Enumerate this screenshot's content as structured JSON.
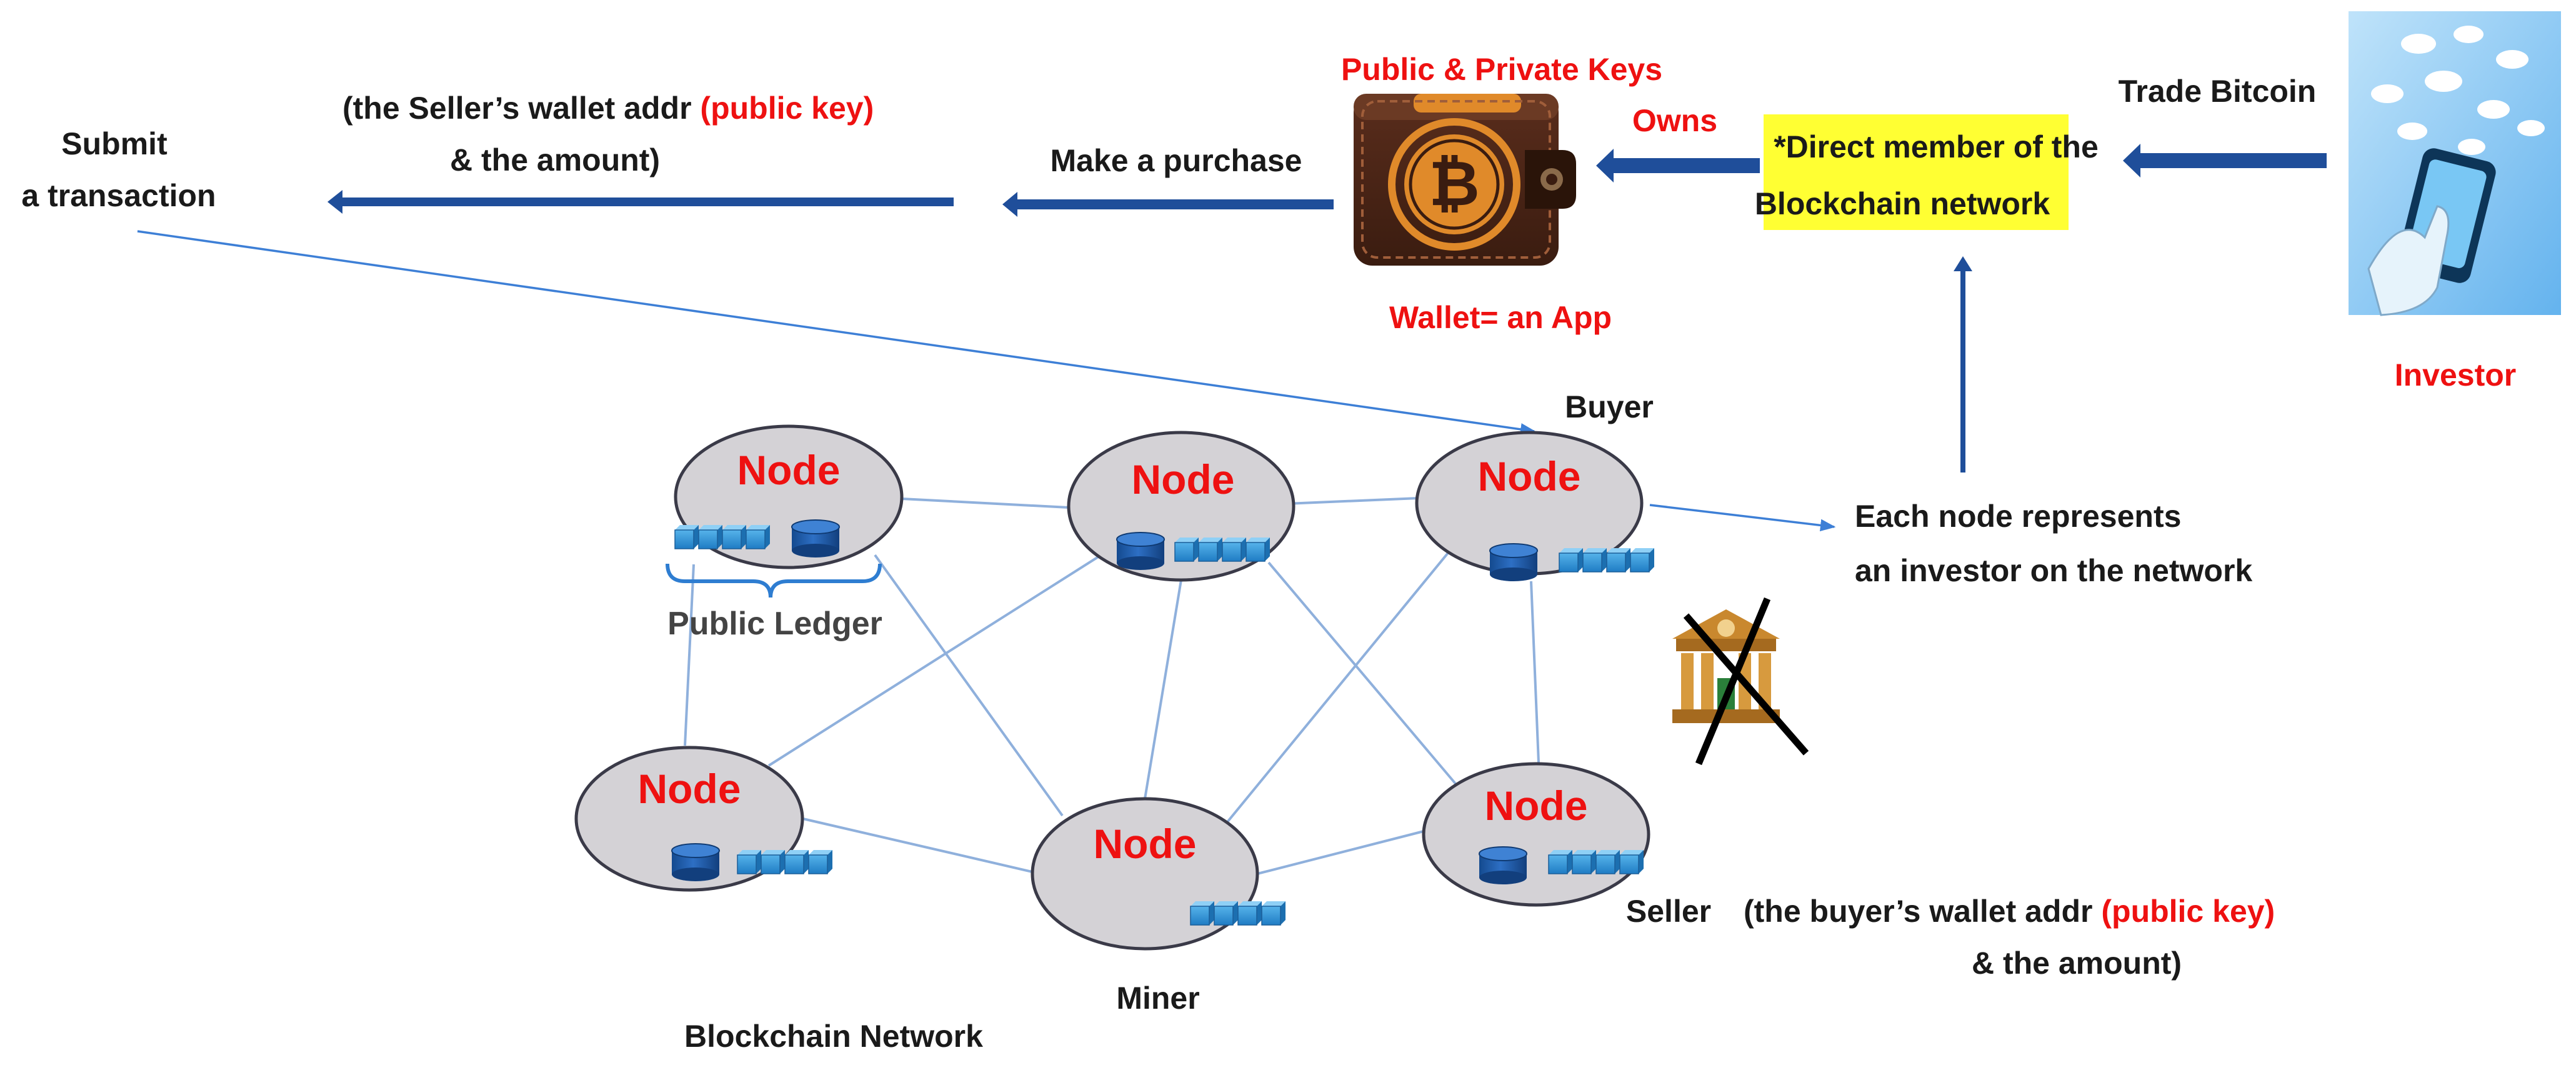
{
  "labels": {
    "submit_line1": "Submit",
    "submit_line2": "a transaction",
    "seller_info_line1_a": "(the Seller’s wallet addr ",
    "seller_info_line1_b": "(public key)",
    "seller_info_line2": "& the amount)",
    "make_purchase": "Make a purchase",
    "keys": "Public & Private Keys",
    "owns": "Owns",
    "direct_member_line1": "*Direct member of the",
    "direct_member_line2": "Blockchain  network",
    "trade_bitcoin": "Trade Bitcoin",
    "investor": "Investor",
    "wallet_app": "Wallet=  an App",
    "buyer": "Buyer",
    "each_node_line1": "Each node represents",
    "each_node_line2": "an investor on the network",
    "public_ledger": "Public Ledger",
    "seller": "Seller",
    "buyer_info_line1_a": "(the buyer’s wallet addr ",
    "buyer_info_line1_b": "(public key)",
    "buyer_info_line2": "& the amount)",
    "miner": "Miner",
    "network": "Blockchain Network"
  },
  "nodes": [
    {
      "label": "Node"
    },
    {
      "label": "Node"
    },
    {
      "label": "Node"
    },
    {
      "label": "Node"
    },
    {
      "label": "Node"
    },
    {
      "label": "Node"
    }
  ],
  "icons": {
    "wallet": "bitcoin-wallet-icon",
    "investor": "phone-coins-icon",
    "bank": "crossed-bank-icon",
    "ledger_block": "ledger-block-icon",
    "database": "database-icon"
  },
  "colors": {
    "arrow": "#1f4e9a",
    "connector": "#8fb0dc",
    "node_fill": "#d4d2d6",
    "node_stroke": "#3a3a48",
    "highlight": "#ffff33",
    "accent_red": "#ee1111",
    "block": "#2e8fd4",
    "database": "#1a5aa8"
  }
}
